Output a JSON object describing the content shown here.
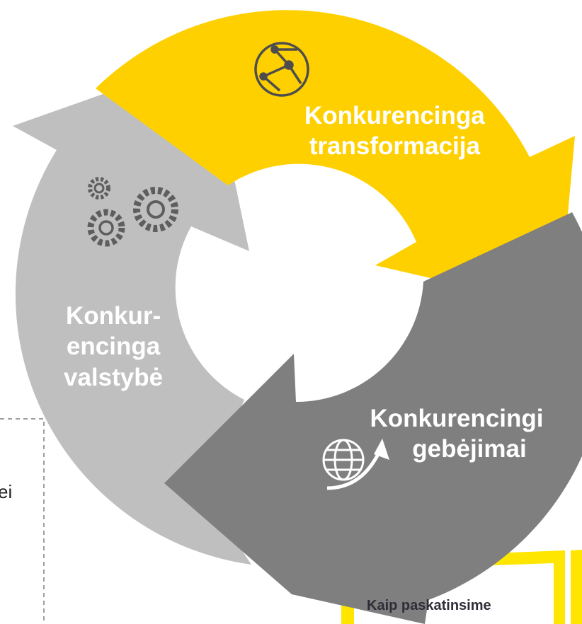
{
  "segments": [
    {
      "id": "transformation",
      "lines": [
        "Konkurencinga",
        "transformacija"
      ],
      "icon": "network-icon",
      "color": "#ffd000"
    },
    {
      "id": "capabilities",
      "lines": [
        "Konkurencingi",
        "gebėjimai"
      ],
      "icon": "globe-arrow-icon",
      "color": "#7f7f7f"
    },
    {
      "id": "state",
      "lines": [
        "Konkur-",
        "encinga",
        "valstybė"
      ],
      "icon": "gears-icon",
      "color": "#bfbfbf"
    }
  ],
  "side_fragment": "ei",
  "card": {
    "text": "Kaip paskatinsime",
    "frame_color": "#ffe600"
  }
}
